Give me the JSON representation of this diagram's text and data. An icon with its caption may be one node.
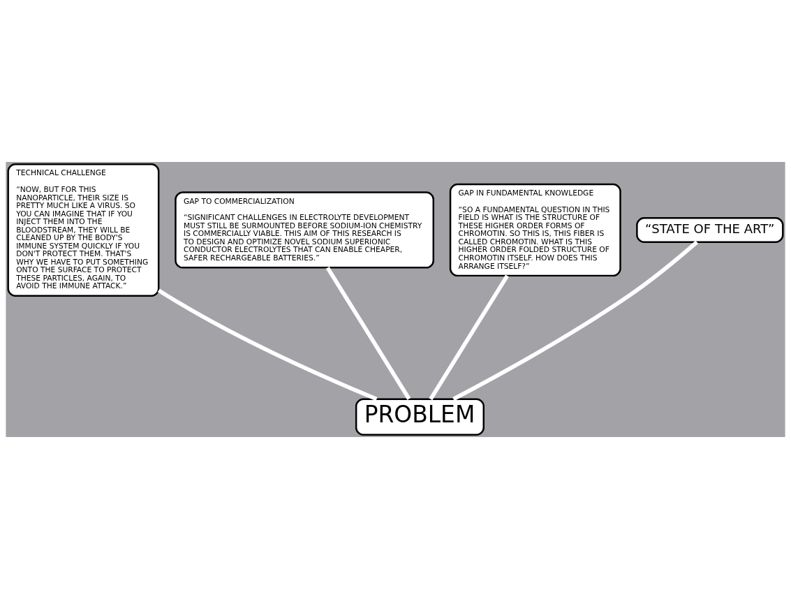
{
  "diagram": {
    "nodes": [
      {
        "text": [
          "TECHNICAL CHALLENGE",
          "“NOW, BUT FOR THIS NANOPARTICLE, THEIR SIZE IS PRETTY MUCH LIKE A VIRUS. SO YOU CAN IMAGINE THAT IF YOU INJECT THEM INTO THE BLOODSTREAM, THEY WILL BE CLEANED UP BY THE BODY'S IMMUNE SYSTEM QUICKLY IF YOU DON'T PROTECT THEM. THAT'S WHY WE HAVE TO PUT SOMETHING ONTO THE SURFACE TO PROTECT THESE PARTICLES, AGAIN, TO AVOID THE IMMUNE ATTACK.”"
        ]
      },
      {
        "text": [
          "GAP TO COMMERCIALIZATION",
          "“SIGNIFICANT CHALLENGES IN ELECTROLYTE DEVELOPMENT MUST STILL BE SURMOUNTED BEFORE SODIUM-ION CHEMISTRY IS COMMERCIALLY VIABLE. THIS AIM OF THIS RESEARCH IS TO DESIGN AND OPTIMIZE NOVEL SODIUM SUPERIONIC CONDUCTOR ELECTROLYTES THAT CAN ENABLE CHEAPER, SAFER RECHARGEABLE BATTERIES.”"
        ]
      },
      {
        "text": [
          "GAP IN FUNDAMENTAL KNOWLEDGE",
          "“SO A FUNDAMENTAL QUESTION IN THIS FIELD IS WHAT IS THE STRUCTURE OF THESE HIGHER ORDER FORMS OF CHROMOTIN. SO THIS IS, THIS FIBER IS CALLED CHROMOTIN. WHAT IS THIS HIGHER ORDER FOLDED STRUCTURE OF CHROMOTIN ITSELF. HOW DOES THIS ARRANGE ITSELF?”"
        ]
      },
      {
        "text": [
          "“STATE OF THE ART”"
        ]
      },
      {
        "text": [
          "PROBLEM"
        ]
      }
    ],
    "edges": [
      {
        "from": 0,
        "to": 4,
        "arrow": "none"
      },
      {
        "from": 1,
        "to": 4,
        "arrow": "none"
      },
      {
        "from": 3,
        "to": 4,
        "arrow": "none"
      },
      {
        "from": 2,
        "to": 4,
        "arrow": "none"
      }
    ]
  }
}
